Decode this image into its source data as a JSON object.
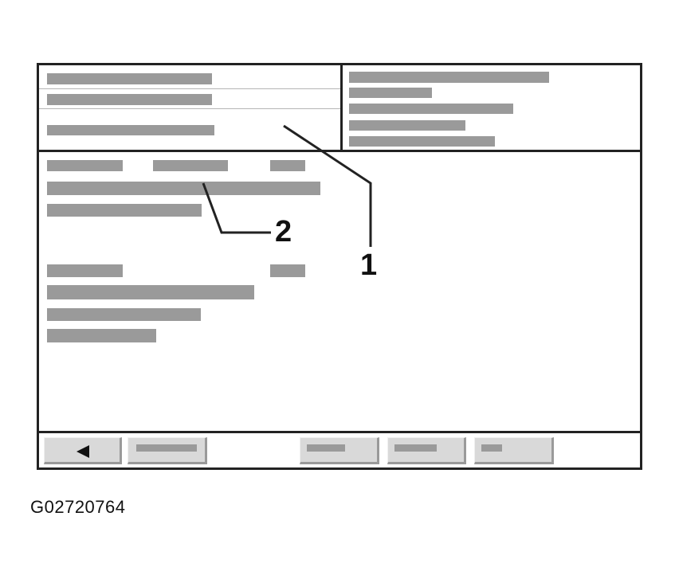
{
  "figure_id": "G02720764",
  "callouts": {
    "c1": "1",
    "c2": "2"
  },
  "colors": {
    "line": "#222222",
    "bar": "#9a9a9a",
    "button_face": "#d9d9d9"
  },
  "icons": {
    "back": "left-triangle-icon"
  }
}
